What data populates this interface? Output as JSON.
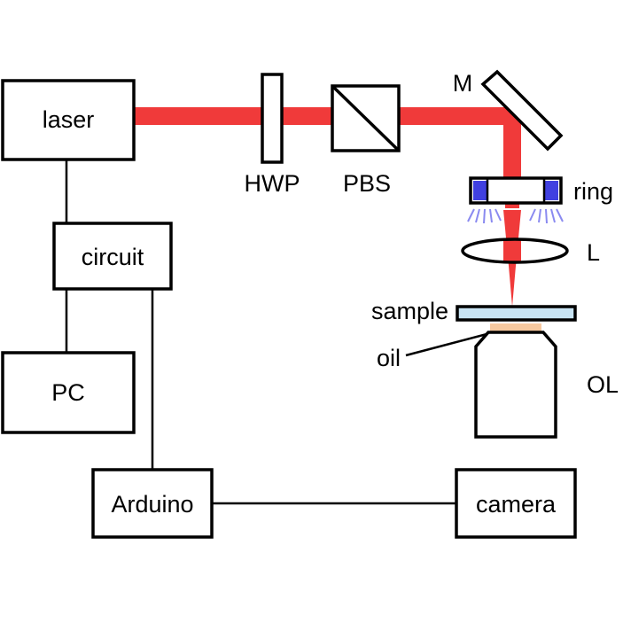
{
  "components": {
    "laser": "laser",
    "circuit": "circuit",
    "pc": "PC",
    "arduino": "Arduino",
    "camera": "camera"
  },
  "optics": {
    "hwp": "HWP",
    "pbs": "PBS",
    "mirror": "M",
    "ring": "ring",
    "lens": "L",
    "sample": "sample",
    "oil": "oil",
    "objective": "OL"
  },
  "colors": {
    "beam": "#f03a3a",
    "ring_led": "#4040e0",
    "ring_glow": "#8a8af0",
    "sample": "#c8e4f4",
    "oil": "#f7c9a0",
    "line": "#000000"
  }
}
